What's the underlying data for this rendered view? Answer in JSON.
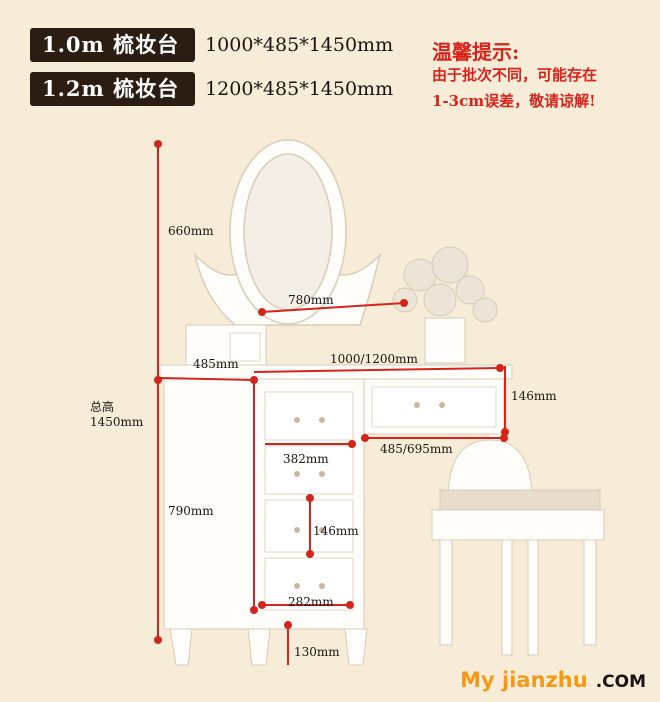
{
  "specs": [
    {
      "size": "1.0m",
      "name": "梳妆台",
      "dims": "1000*485*1450mm"
    },
    {
      "size": "1.2m",
      "name": "梳妆台",
      "dims": "1200*485*1450mm"
    }
  ],
  "tip": {
    "title": "温馨提示:",
    "line1": "由于批次不同，可能存在",
    "line2": "1-3cm误差，敬请谅解!"
  },
  "measurements": {
    "mirror_height": "660mm",
    "mirror_width": "780mm",
    "side_depth": "485mm",
    "top_width": "1000/1200mm",
    "total_label": "总高",
    "total_height": "1450mm",
    "drawer_top_height": "146mm",
    "drawer_width": "382mm",
    "knee_depth": "485/695mm",
    "body_height": "790mm",
    "drawer_height": "146mm",
    "drawer_inner_width": "282mm",
    "leg_height": "130mm"
  },
  "watermark": {
    "main": "My jianzhu",
    "suffix": ".COM"
  },
  "colors": {
    "accent_red": "#d6241c",
    "badge_bg": "#2b1d12",
    "background": "#f7ecd8",
    "watermark_orange": "#f29a18"
  }
}
